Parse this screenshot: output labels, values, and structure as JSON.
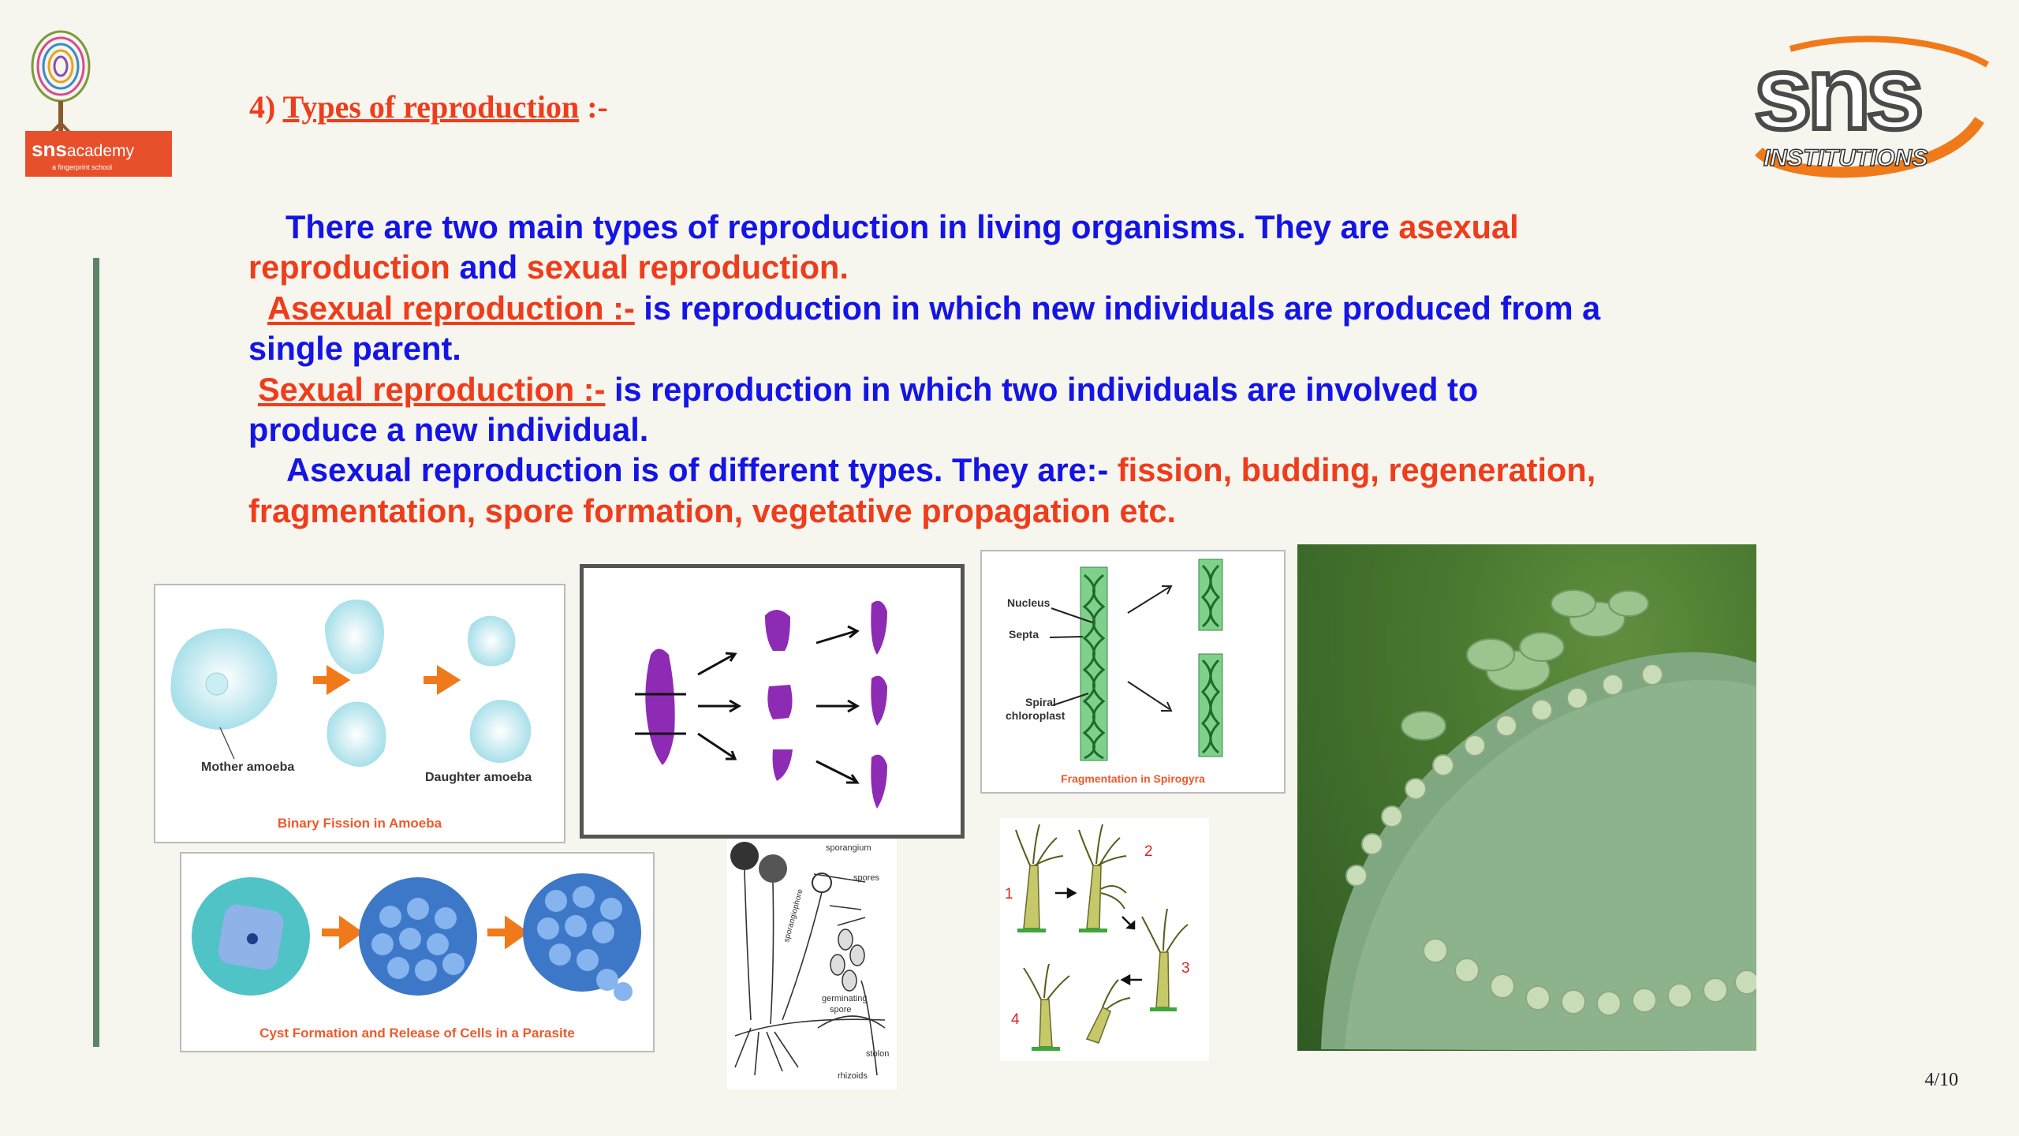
{
  "logo_left": {
    "brand": "sns",
    "word": "academy",
    "tagline": "a fingerprint school"
  },
  "logo_right": {
    "brand": "sns",
    "word": "INSTITUTIONS"
  },
  "heading": {
    "number": "4)",
    "title": "Types of reproduction",
    "suffix": " :-"
  },
  "paragraph": {
    "l1_a": "There are two main types of reproduction in living organisms. They are ",
    "l1_b": "asexual",
    "l2_a": "reproduction",
    "l2_b": " and ",
    "l2_c": "sexual reproduction.",
    "l3_a": "Asexual reproduction :-",
    "l3_b": " is reproduction in which new individuals are produced from a",
    "l4": "single parent.",
    "l5_a": "Sexual reproduction :-",
    "l5_b": " is reproduction in which two individuals are involved to",
    "l6": "produce a new individual.",
    "l7_a": "Asexual reproduction is of different types. They are:- ",
    "l7_b": "fission, budding, regeneration,",
    "l8": "fragmentation, spore formation, vegetative propagation etc."
  },
  "figures": {
    "amoeba": {
      "mother": "Mother amoeba",
      "daughter": "Daughter amoeba",
      "caption": "Binary Fission in Amoeba"
    },
    "spirogyra": {
      "nucleus": "Nucleus",
      "septa": "Septa",
      "spiral": "Spiral",
      "chloroplast": "chloroplast",
      "caption": "Fragmentation in Spirogyra"
    },
    "cyst": {
      "caption": "Cyst Formation and Release of Cells in a Parasite"
    },
    "rhizopus": {
      "sporangium": "sporangium",
      "spores": "spores",
      "sporangiophore": "sporangiophore",
      "germinating": "germinating",
      "spore": "spore",
      "stolon": "stolon",
      "rhizoids": "rhizoids"
    },
    "hydra": {
      "n1": "1",
      "n2": "2",
      "n3": "3",
      "n4": "4"
    }
  },
  "page_number": "4/10",
  "colors": {
    "blue_text": "#1414e6",
    "red_text": "#ee3d1c",
    "left_bar": "#5c8466",
    "background": "#f6f5ee"
  }
}
